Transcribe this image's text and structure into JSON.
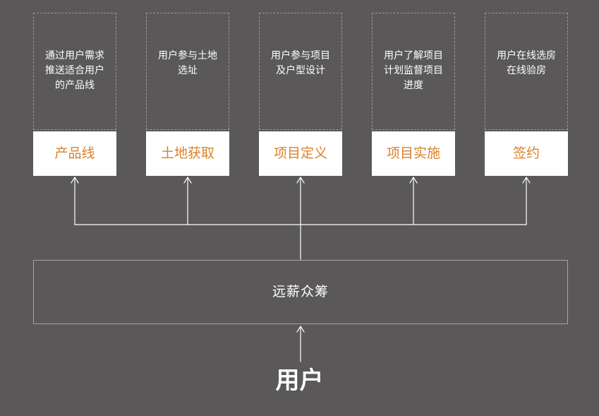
{
  "modules": [
    {
      "description": "通过用户需求\n推送适合用户\n的产品线",
      "label": "产品线"
    },
    {
      "description": "用户参与土地\n选址",
      "label": "土地获取"
    },
    {
      "description": "用户参与项目\n及户型设计",
      "label": "项目定义"
    },
    {
      "description": "用户了解项目\n计划监督项目\n进度",
      "label": "项目实施"
    },
    {
      "description": "用户在线选房\n在线验房",
      "label": "签约"
    }
  ],
  "platform": {
    "label": "远薪众筹"
  },
  "user": {
    "label": "用户"
  },
  "colors": {
    "background": "#5a5859",
    "accent": "#d9822b",
    "line": "#ffffff",
    "dashed_border": "#9a9898"
  }
}
